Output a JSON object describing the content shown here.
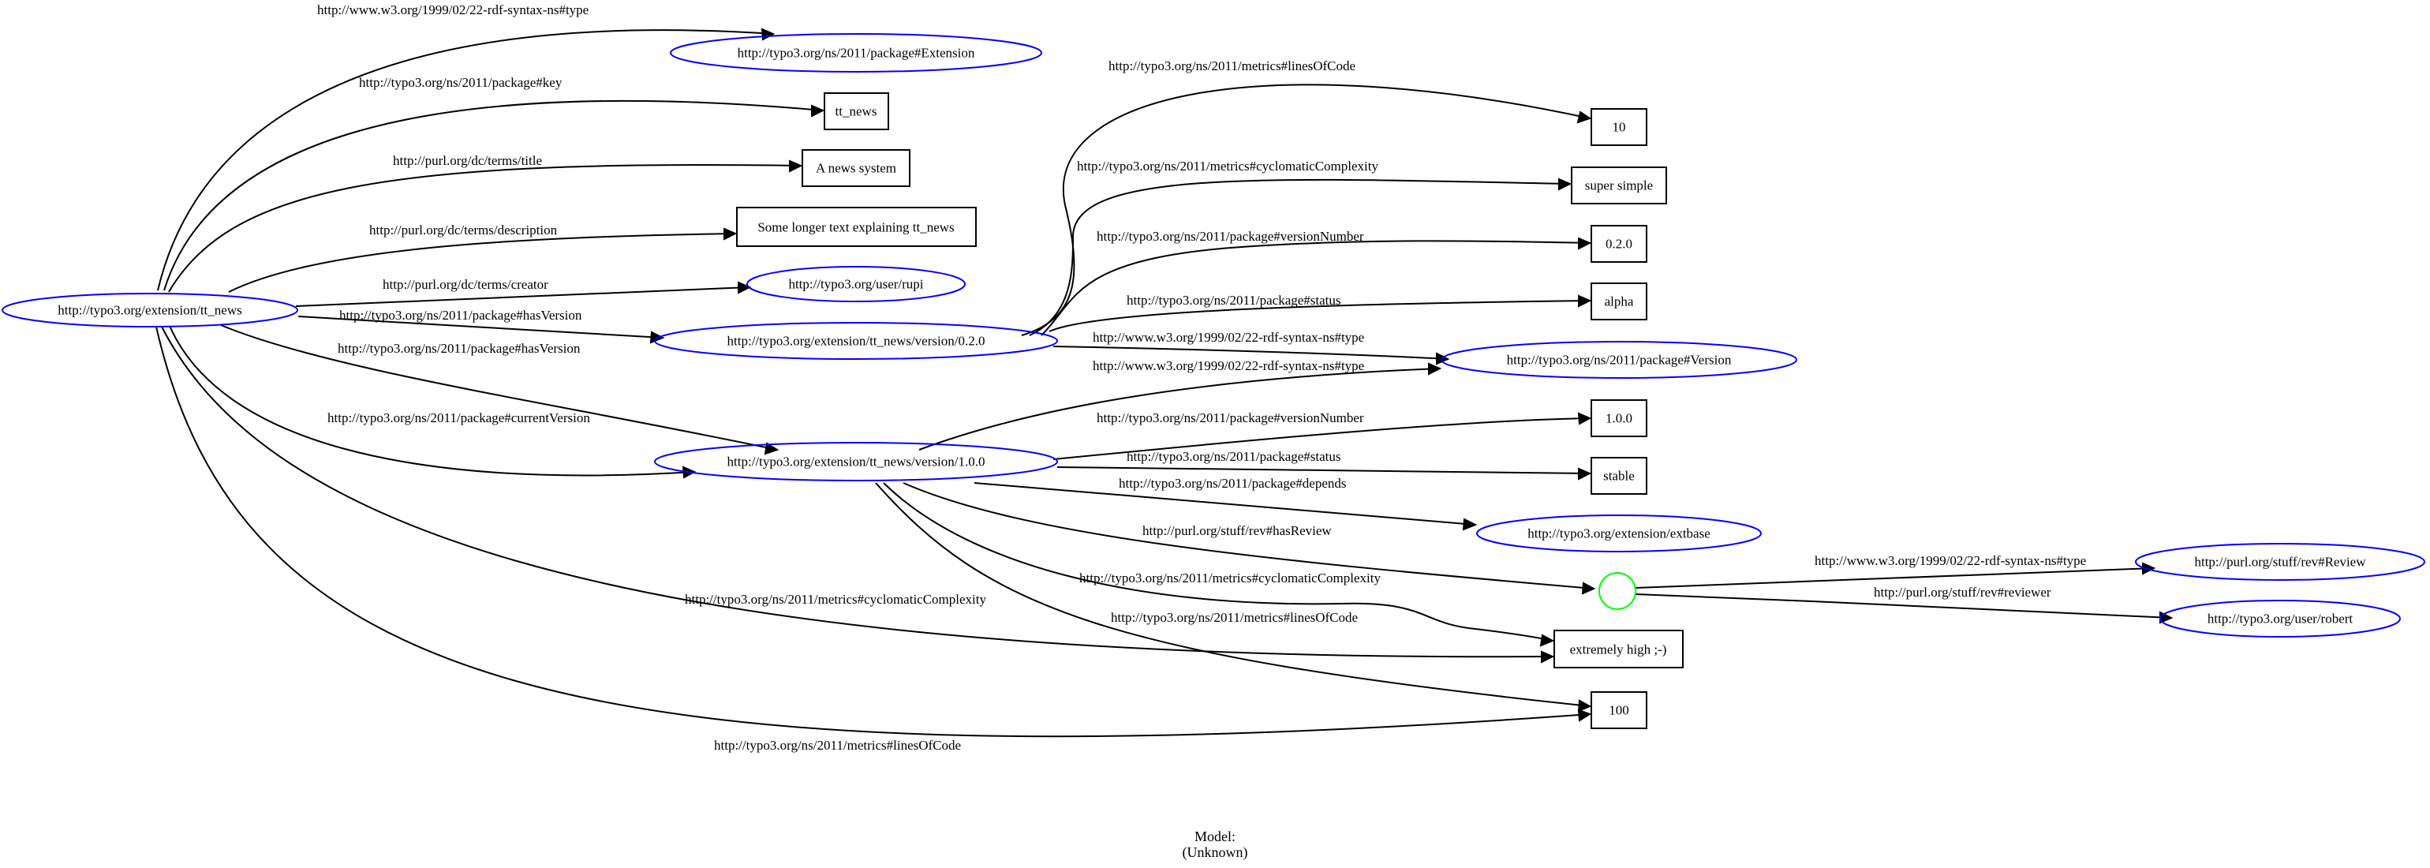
{
  "diagram": {
    "caption": {
      "line1": "Model:",
      "line2": "(Unknown)"
    },
    "colors": {
      "resource_outline": "#0000ff",
      "blank_outline": "#00ff00",
      "literal_outline": "#000000",
      "edge": "#000000"
    },
    "nodes": {
      "tt_news": "http://typo3.org/extension/tt_news",
      "extension_class": "http://typo3.org/ns/2011/package#Extension",
      "key_value": "tt_news",
      "title_value": "A news system",
      "description_value": "Some longer text explaining tt_news",
      "creator": "http://typo3.org/user/rupi",
      "v020": "http://typo3.org/extension/tt_news/version/0.2.0",
      "v100": "http://typo3.org/extension/tt_news/version/1.0.0",
      "lines_10": "10",
      "super_simple": "super simple",
      "ver_020": "0.2.0",
      "alpha": "alpha",
      "version_class": "http://typo3.org/ns/2011/package#Version",
      "ver_100": "1.0.0",
      "stable": "stable",
      "extbase": "http://typo3.org/extension/extbase",
      "blank": "",
      "review_class": "http://purl.org/stuff/rev#Review",
      "robert": "http://typo3.org/user/robert",
      "extremely_high": "extremely high ;-)",
      "lines_100": "100"
    },
    "edges": {
      "e1": "http://www.w3.org/1999/02/22-rdf-syntax-ns#type",
      "e2": "http://typo3.org/ns/2011/package#key",
      "e3": "http://purl.org/dc/terms/title",
      "e4": "http://purl.org/dc/terms/description",
      "e5": "http://purl.org/dc/terms/creator",
      "e6": "http://typo3.org/ns/2011/package#hasVersion",
      "e7": "http://typo3.org/ns/2011/package#hasVersion",
      "e8": "http://typo3.org/ns/2011/package#currentVersion",
      "e9": "http://typo3.org/ns/2011/metrics#cyclomaticComplexity",
      "e10": "http://typo3.org/ns/2011/metrics#linesOfCode",
      "e11": "http://typo3.org/ns/2011/metrics#linesOfCode",
      "e12": "http://typo3.org/ns/2011/metrics#cyclomaticComplexity",
      "e13": "http://typo3.org/ns/2011/package#versionNumber",
      "e14": "http://typo3.org/ns/2011/package#status",
      "e15": "http://www.w3.org/1999/02/22-rdf-syntax-ns#type",
      "e16": "http://www.w3.org/1999/02/22-rdf-syntax-ns#type",
      "e17": "http://typo3.org/ns/2011/package#versionNumber",
      "e18": "http://typo3.org/ns/2011/package#status",
      "e19": "http://typo3.org/ns/2011/package#depends",
      "e20": "http://purl.org/stuff/rev#hasReview",
      "e21": "http://typo3.org/ns/2011/metrics#cyclomaticComplexity",
      "e22": "http://typo3.org/ns/2011/metrics#linesOfCode",
      "e23": "http://www.w3.org/1999/02/22-rdf-syntax-ns#type",
      "e24": "http://purl.org/stuff/rev#reviewer"
    }
  }
}
